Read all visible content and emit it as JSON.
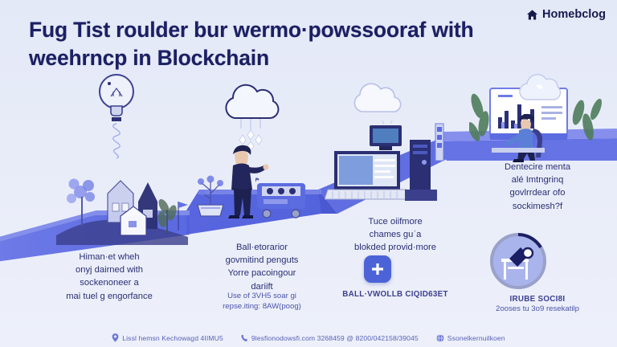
{
  "page": {
    "background_color": "#e8ecf7",
    "accent_color": "#4c63d8",
    "title_color": "#1b1f63",
    "ribbon_color": "#5b6be0"
  },
  "header": {
    "title_line1": "Fug Tist roulder bur wermo·powssooraf with",
    "title_line2": "weehrncp in Blockchain",
    "nav": {
      "home_icon": "home-icon",
      "home_label": "Homebclog"
    }
  },
  "steps": [
    {
      "id": "step-1",
      "icon": "lightbulb-icon",
      "scene": "village-houses-trees-illustration",
      "caption": "Himan·et wheh\nonyj dairned with\nsockenoneer a\nmai tuel g engorfance"
    },
    {
      "id": "step-2",
      "icon": "rain-cloud-icon",
      "scene": "person-pointing-with-cart-and-plant",
      "caption": "Ball·etorarior\ngovmitind penguts\nYorre pacoingour\ndariift",
      "subcaption": "Use of 3VH5 soar gi\nrepse.iting: 8AW(poog)"
    },
    {
      "id": "step-3",
      "icon": "cloud-icon",
      "scene": "laptop-server-rack-illustration",
      "caption": "Tuce oiifmore\nchames guˈa\nblokded provid·more",
      "badge_icon": "plus-icon",
      "badge_label": "BALL·VWOLLB CIQID63ET"
    },
    {
      "id": "step-4",
      "icon": "cloud-network-icon",
      "scene": "person-at-desk-with-bar-chart-monitor",
      "caption": "Dentecire menta\nalé Imtngrinq\ngovlrrdear ofo\nsockimesh?f",
      "badge_icon": "desk-circle-badge-icon",
      "badge_label": "IRUBE SOCI8I",
      "badge_sub": "2ooses tu 3o9 resekatilp"
    }
  ],
  "footer": {
    "items": [
      {
        "icon": "location-pin-icon",
        "text": "Lissl hemsn Kechowagd 4IIMU5"
      },
      {
        "icon": "phone-icon",
        "text": "9lesfionodowsfi.com  3268459  @ 8200/042158/39045"
      },
      {
        "icon": "globe-icon",
        "text": "Ssonelkernuilkoen"
      }
    ]
  }
}
